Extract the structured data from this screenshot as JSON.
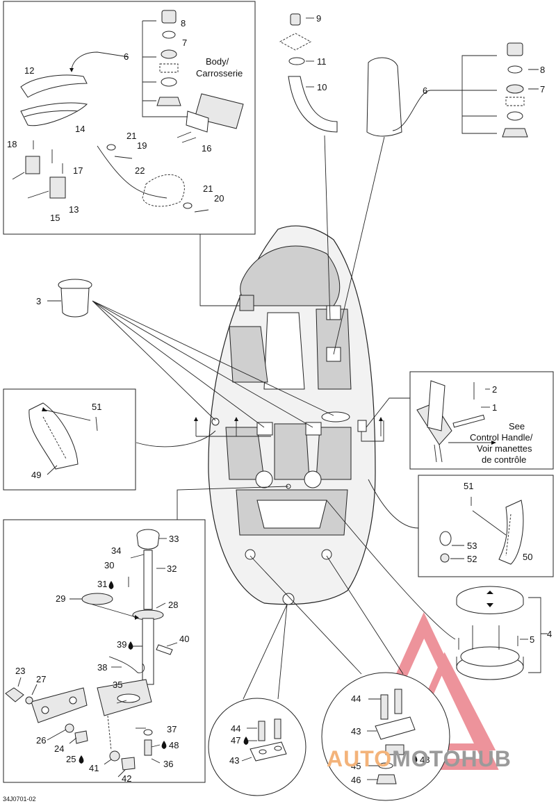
{
  "figure_ref": "34J0701-02",
  "callouts": {
    "n1": "1",
    "n2": "2",
    "n3": "3",
    "n4": "4",
    "n5": "5",
    "n6a": "6",
    "n6b": "6",
    "n7a": "7",
    "n7b": "7",
    "n8a": "8",
    "n8b": "8",
    "n9": "9",
    "n10": "10",
    "n11": "11",
    "n12": "12",
    "n13": "13",
    "n14": "14",
    "n15": "15",
    "n16": "16",
    "n17": "17",
    "n18": "18",
    "n19": "19",
    "n20": "20",
    "n21a": "21",
    "n21b": "21",
    "n22": "22",
    "n23": "23",
    "n24": "24",
    "n25": "25",
    "n26": "26",
    "n27": "27",
    "n28": "28",
    "n29": "29",
    "n30": "30",
    "n31": "31",
    "n32": "32",
    "n33": "33",
    "n34": "34",
    "n35": "35",
    "n36": "36",
    "n37": "37",
    "n38": "38",
    "n39": "39",
    "n40": "40",
    "n41": "41",
    "n42": "42",
    "n43a": "43",
    "n43b": "43",
    "n44a": "44",
    "n44b": "44",
    "n45": "45",
    "n46": "46",
    "n47": "47",
    "n48a": "48",
    "n48b": "48",
    "n49": "49",
    "n50": "50",
    "n51a": "51",
    "n51b": "51",
    "n52": "52",
    "n53": "53"
  },
  "notes": {
    "body_line1": "Body/",
    "body_line2": "Carrosserie",
    "see_line1": "See",
    "see_line2": "Control Handle/",
    "see_line3": "Voir manettes",
    "see_line4": "de contrôle"
  },
  "watermark": {
    "part1": "AUTO",
    "part2": "MOTO",
    "part3": "HUB",
    "accent": "#f3b37a",
    "grey": "#9a9a9a",
    "triangle": "#e8707a"
  },
  "icons": {
    "drop": "drop-icon",
    "arrow": "arrow-up-icon"
  }
}
